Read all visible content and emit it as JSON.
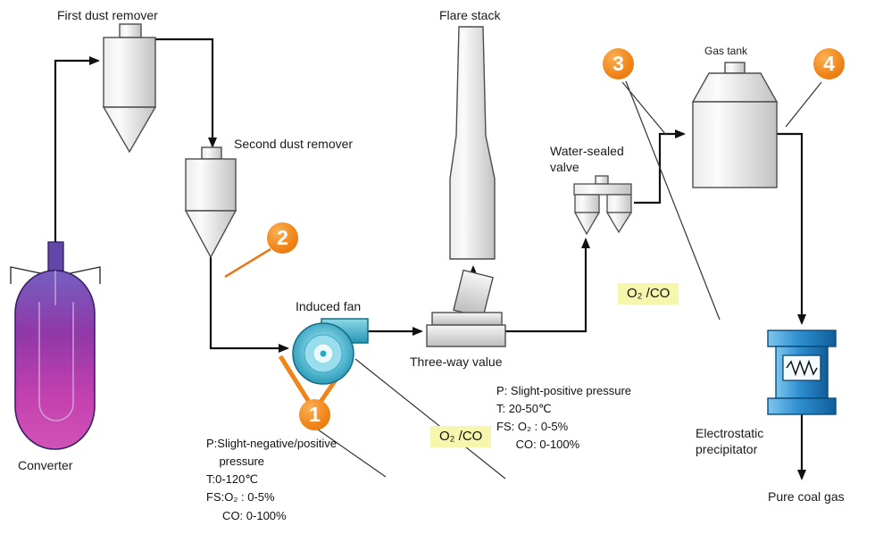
{
  "equipment": {
    "first_dust_remover": "First dust remover",
    "second_dust_remover": "Second dust remover",
    "converter": "Converter",
    "induced_fan": "Induced  fan",
    "flare_stack": "Flare stack",
    "three_way_valve": "Three-way value",
    "water_sealed_valve": "Water-sealed\nvalve",
    "gas_tank": "Gas tank",
    "electrostatic_precipitator": "Electrostatic\nprecipitator",
    "pure_coal_gas": "Pure coal gas"
  },
  "sampling_points": {
    "p1": "1",
    "p2": "2",
    "p3": "3",
    "p4": "4"
  },
  "sample_labels": {
    "left": "O₂ /CO",
    "right": "O₂ /CO"
  },
  "conditions": {
    "at_fan": "P:Slight-negative/positive\n    pressure\nT:0-120℃\nFS:O₂ : 0-5%\n     CO: 0-100%",
    "at_tank": "P: Slight-positive pressure\nT: 20-50℃\nFS: O₂ : 0-5%\n      CO: 0-100%"
  },
  "colors": {
    "marker_orange": "#f08418",
    "highlight_yellow": "#f6f6ad",
    "fan_teal": "#2aa8c4",
    "converter_purple": "#9333a2",
    "precipitator_blue": "#1f82c4",
    "pipe_black": "#111111"
  }
}
